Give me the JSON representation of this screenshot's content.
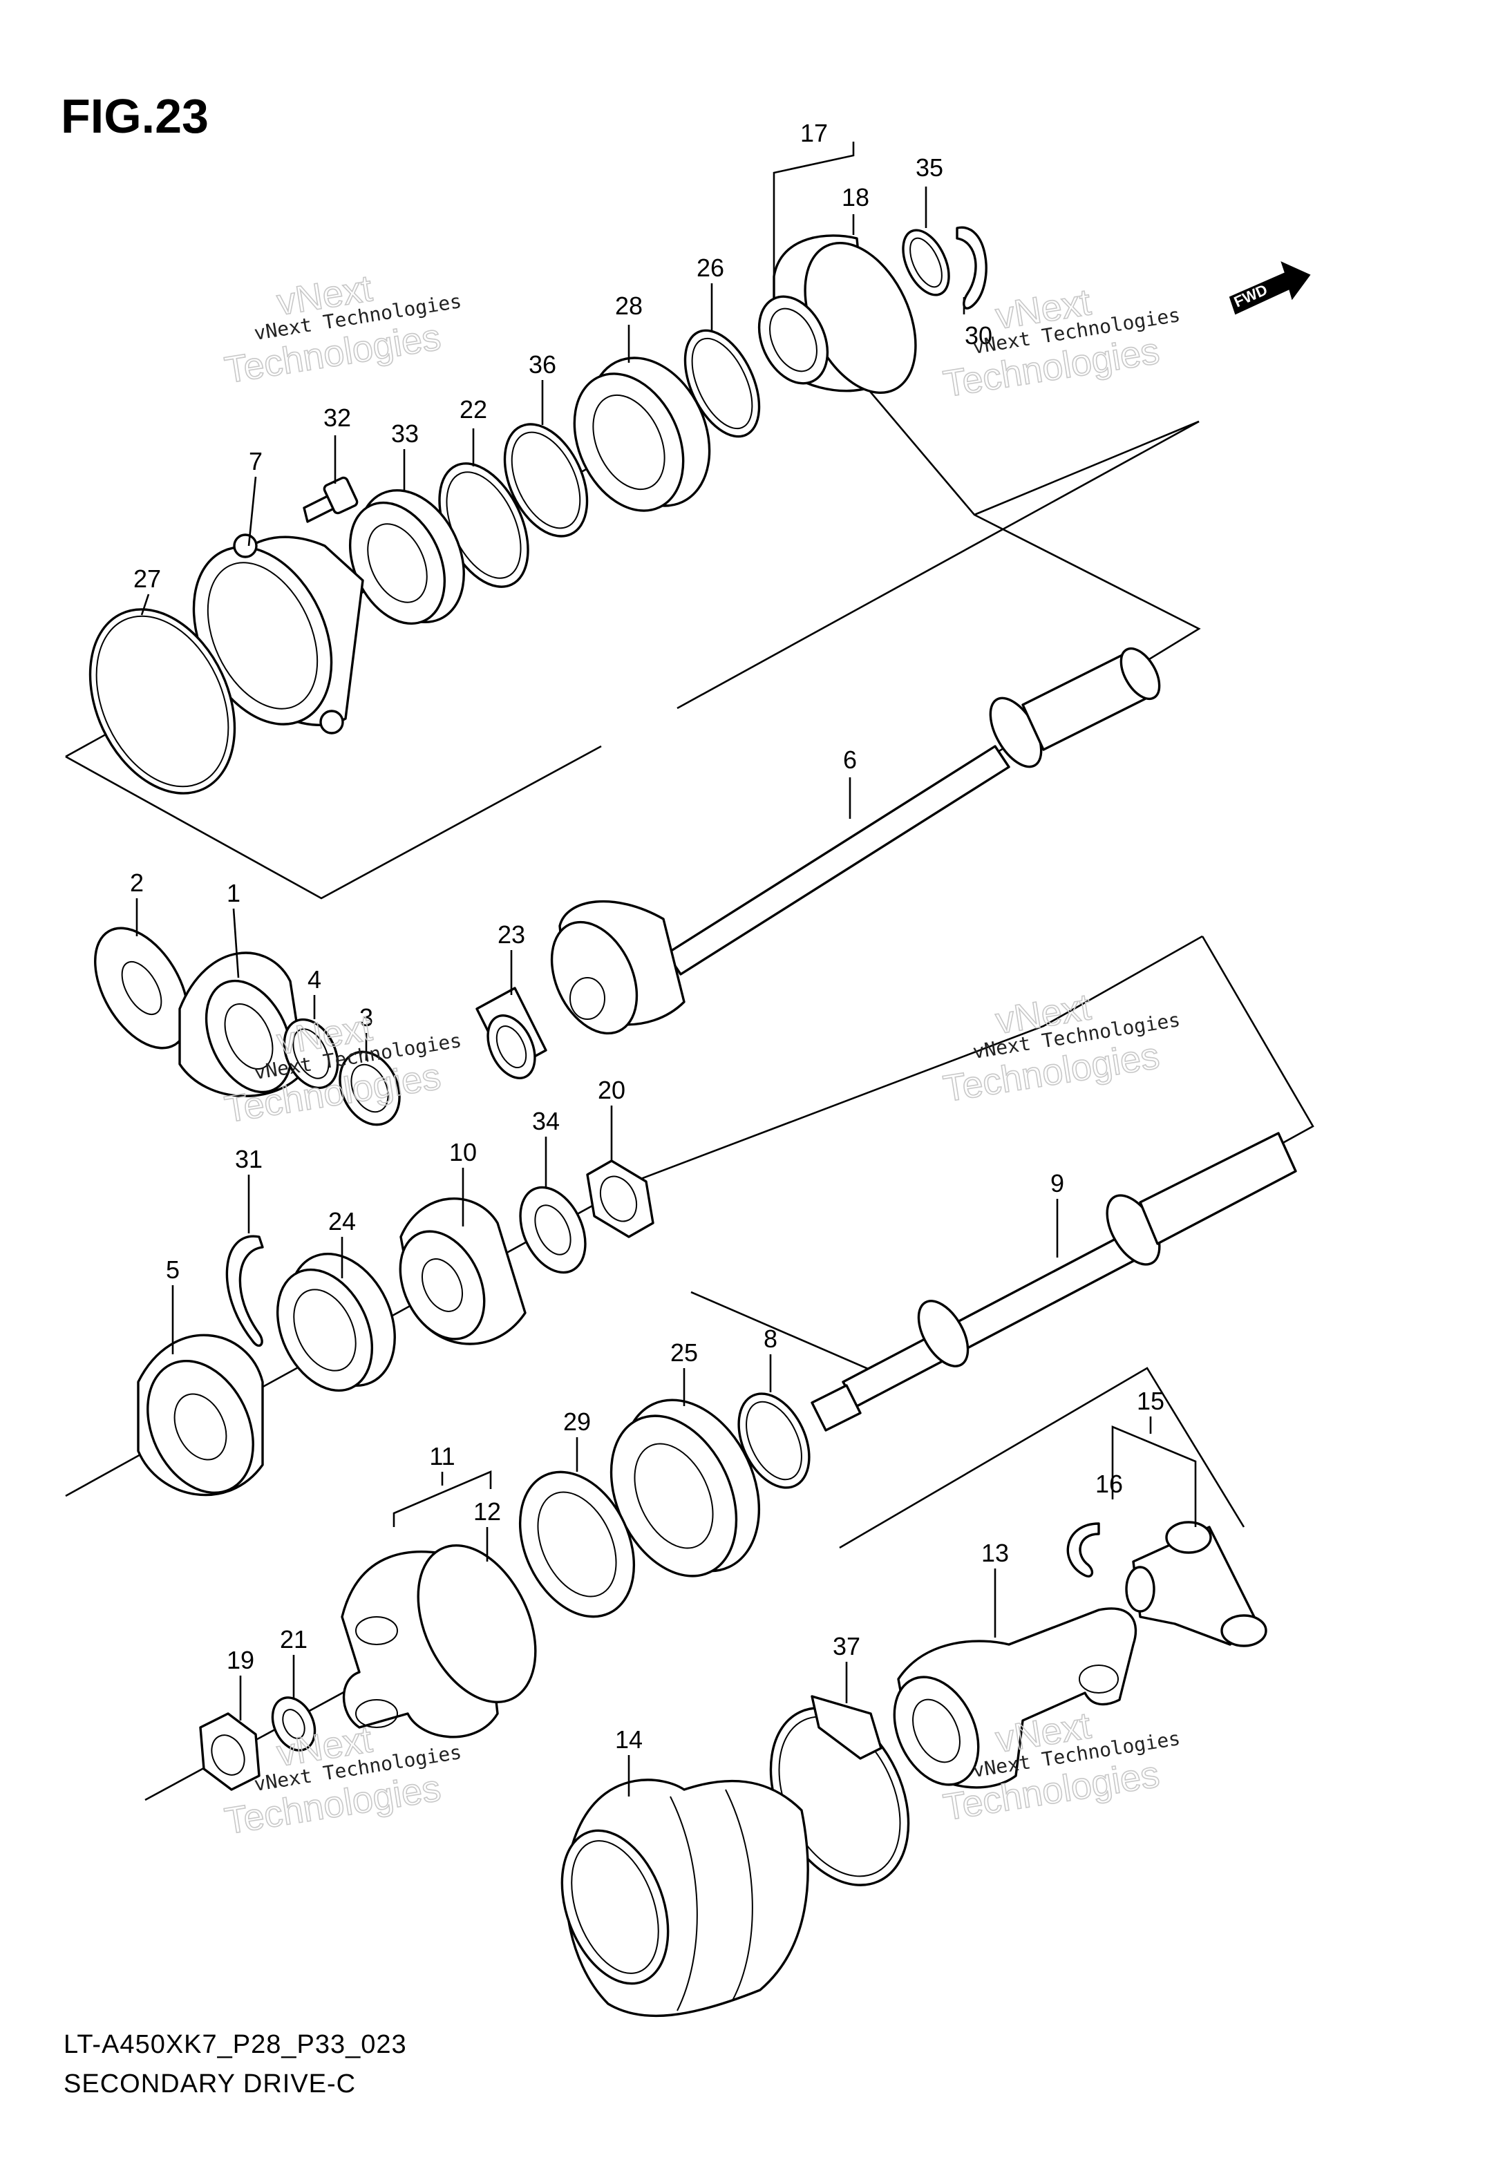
{
  "figure": {
    "title": "FIG.23",
    "model_code": "LT-A450XK7_P28_P33_023",
    "section_name": "SECONDARY DRIVE-C",
    "direction_marker": "FWD"
  },
  "watermark": {
    "company": "vNext Technologies",
    "line1": "vNext",
    "line2": "Technologies"
  },
  "callouts": [
    {
      "id": "c17",
      "label": "17",
      "part": "bracket-group"
    },
    {
      "id": "c18",
      "label": "18",
      "part": "bearing-housing"
    },
    {
      "id": "c35",
      "label": "35",
      "part": "circlip"
    },
    {
      "id": "c30",
      "label": "30",
      "part": "snap-ring"
    },
    {
      "id": "c26",
      "label": "26",
      "part": "o-ring"
    },
    {
      "id": "c28",
      "label": "28",
      "part": "bearing"
    },
    {
      "id": "c36",
      "label": "36",
      "part": "circlip"
    },
    {
      "id": "c22",
      "label": "22",
      "part": "shim"
    },
    {
      "id": "c33",
      "label": "33",
      "part": "bearing"
    },
    {
      "id": "c32",
      "label": "32",
      "part": "bolt"
    },
    {
      "id": "c7",
      "label": "7",
      "part": "bearing-case"
    },
    {
      "id": "c27",
      "label": "27",
      "part": "o-ring"
    },
    {
      "id": "c6",
      "label": "6",
      "part": "shaft"
    },
    {
      "id": "c2",
      "label": "2",
      "part": "washer"
    },
    {
      "id": "c1",
      "label": "1",
      "part": "bevel-gear"
    },
    {
      "id": "c4",
      "label": "4",
      "part": "shim"
    },
    {
      "id": "c3",
      "label": "3",
      "part": "spacer"
    },
    {
      "id": "c23",
      "label": "23",
      "part": "needle-bearing"
    },
    {
      "id": "c20",
      "label": "20",
      "part": "nut"
    },
    {
      "id": "c34",
      "label": "34",
      "part": "washer"
    },
    {
      "id": "c10",
      "label": "10",
      "part": "bevel-gear"
    },
    {
      "id": "c31",
      "label": "31",
      "part": "circlip"
    },
    {
      "id": "c24",
      "label": "24",
      "part": "roller-bearing"
    },
    {
      "id": "c5",
      "label": "5",
      "part": "bevel-gear"
    },
    {
      "id": "c9",
      "label": "9",
      "part": "shaft"
    },
    {
      "id": "c25",
      "label": "25",
      "part": "ball-bearing"
    },
    {
      "id": "c8",
      "label": "8",
      "part": "shim"
    },
    {
      "id": "c29",
      "label": "29",
      "part": "oil-seal"
    },
    {
      "id": "c11",
      "label": "11",
      "part": "bracket-group"
    },
    {
      "id": "c12",
      "label": "12",
      "part": "coupling"
    },
    {
      "id": "c15",
      "label": "15",
      "part": "bracket-group"
    },
    {
      "id": "c16",
      "label": "16",
      "part": "circlip"
    },
    {
      "id": "c13",
      "label": "13",
      "part": "yoke"
    },
    {
      "id": "c19",
      "label": "19",
      "part": "nut"
    },
    {
      "id": "c21",
      "label": "21",
      "part": "washer"
    },
    {
      "id": "c37",
      "label": "37",
      "part": "clamp"
    },
    {
      "id": "c14",
      "label": "14",
      "part": "boot"
    }
  ],
  "colors": {
    "ink": "#000000",
    "background": "#ffffff",
    "watermark": "#c8c8c8"
  }
}
